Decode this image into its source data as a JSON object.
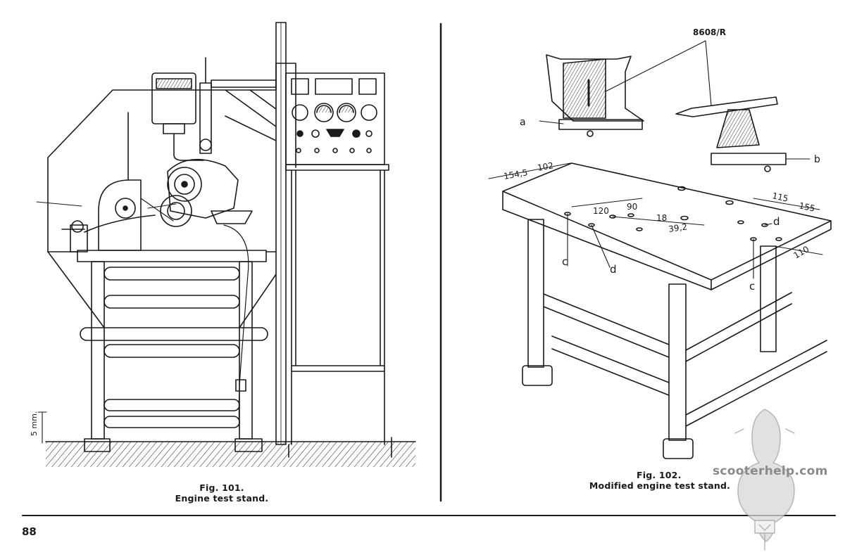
{
  "page_number": "88",
  "watermark": "scooterhelp.com",
  "fig101": {
    "number": "Fig. 101.",
    "title": "Engine test stand.",
    "dimension_label": "5 mm."
  },
  "fig102": {
    "number": "Fig. 102.",
    "title": "Modified engine test stand.",
    "tool_code": "8608/R",
    "labels": {
      "a": "a",
      "b": "b",
      "c_left": "c",
      "c_right": "c",
      "d_left": "d",
      "d_right": "d"
    },
    "dimensions": {
      "d1": "154,5",
      "d2": "102",
      "d3": "90",
      "d4": "120",
      "d5": "18",
      "d6": "39,2",
      "d7": "115",
      "d8": "155",
      "d9": "110"
    }
  },
  "colors": {
    "ink": "#1a1a1a",
    "paper": "#ffffff",
    "watermark": "#8a8a8a"
  },
  "icons": [
    "scooter-silhouette-icon"
  ]
}
